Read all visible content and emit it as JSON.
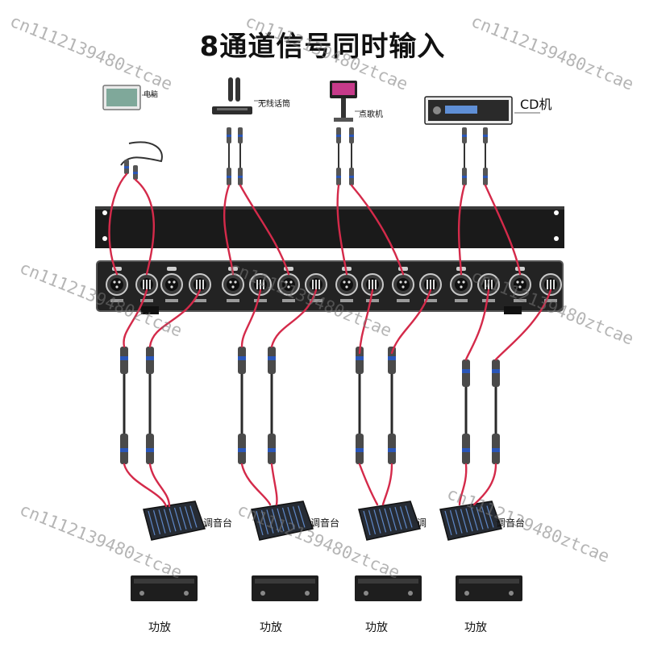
{
  "title": "8通道信号同时输入",
  "sources": [
    {
      "label": "电脑",
      "icon": "laptop-icon"
    },
    {
      "label": "无线话筒",
      "icon": "wireless-receiver-icon"
    },
    {
      "label": "点歌机",
      "icon": "karaoke-player-icon"
    },
    {
      "label": "CD机",
      "icon": "cd-player-icon"
    }
  ],
  "mixers": [
    {
      "label": "调音台"
    },
    {
      "label": "调音台"
    },
    {
      "label": "调"
    },
    {
      "label": "调音台"
    }
  ],
  "amplifiers": [
    {
      "label": "功放"
    },
    {
      "label": "功放"
    },
    {
      "label": "功放"
    },
    {
      "label": "功放"
    }
  ],
  "watermark": "cn1112139480ztcae",
  "colors": {
    "cable": "#d42a4a",
    "connector": "#2a56b8",
    "rack": "#1a1a1a",
    "panel": "#232323"
  }
}
